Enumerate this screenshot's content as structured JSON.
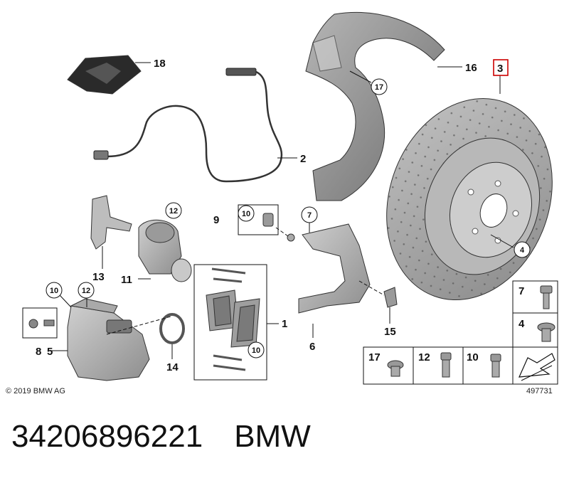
{
  "callouts": {
    "n18": "18",
    "n16": "16",
    "n3": "3",
    "n17": "17",
    "n2": "2",
    "n12a": "12",
    "n9": "9",
    "n10a": "10",
    "n7": "7",
    "n4": "4",
    "n13": "13",
    "n11": "11",
    "n1": "1",
    "n10b": "10",
    "n12b": "12",
    "n8": "8",
    "n5": "5",
    "n14": "14",
    "n6": "6",
    "n15": "15",
    "n10c": "10"
  },
  "legend": {
    "c7": "7",
    "c4": "4",
    "c17": "17",
    "c12": "12",
    "c10": "10"
  },
  "copyright": "© 2019 BMW AG",
  "image_number": "497731",
  "footer": {
    "part_number": "34206896221",
    "brand": "BMW"
  },
  "colors": {
    "highlight": "#cc0000",
    "disc": "#a9a9a9",
    "shield": "#8f8f8f",
    "dark": "#2a2a2a"
  }
}
